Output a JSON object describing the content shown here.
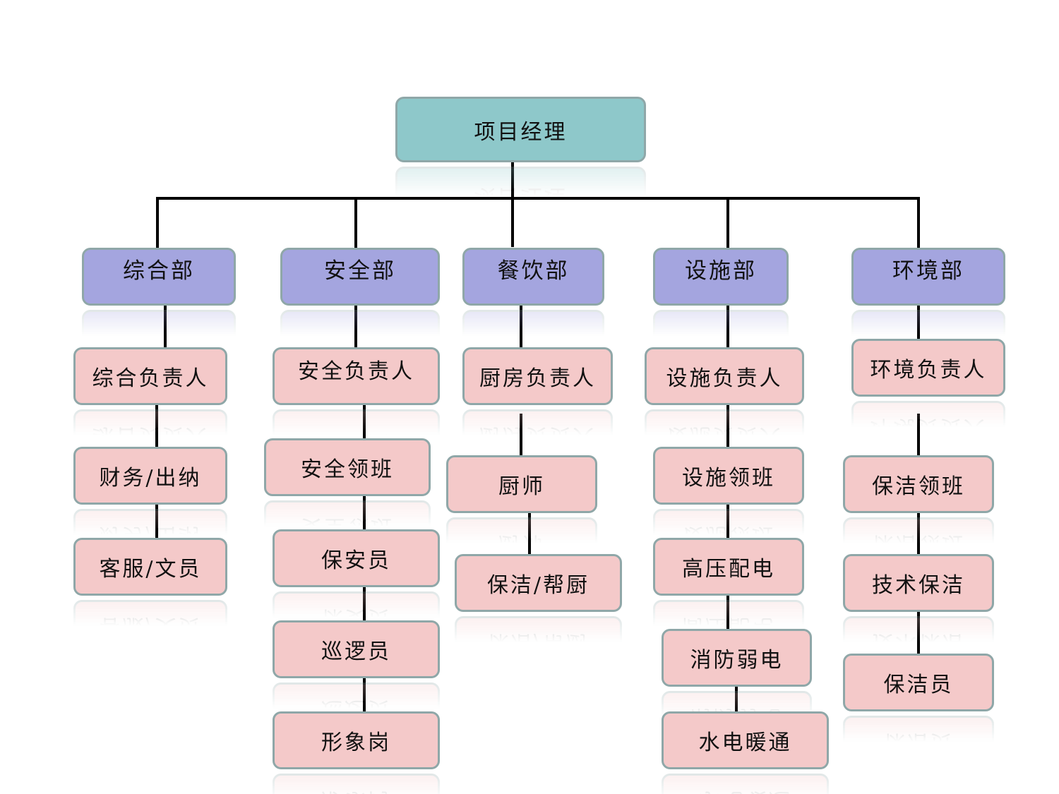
{
  "root": {
    "label": "项目经理"
  },
  "departments": [
    {
      "name": "综合部",
      "positions": [
        "综合负责人",
        "财务/出纳",
        "客服/文员"
      ]
    },
    {
      "name": "安全部",
      "positions": [
        "安全负责人",
        "安全领班",
        "保安员",
        "巡逻员",
        "形象岗"
      ]
    },
    {
      "name": "餐饮部",
      "positions": [
        "厨房负责人",
        "厨师",
        "保洁/帮厨"
      ]
    },
    {
      "name": "设施部",
      "positions": [
        "设施负责人",
        "设施领班",
        "高压配电",
        "消防弱电",
        "水电暖通"
      ]
    },
    {
      "name": "环境部",
      "positions": [
        "环境负责人",
        "保洁领班",
        "技术保洁",
        "保洁员"
      ]
    }
  ]
}
